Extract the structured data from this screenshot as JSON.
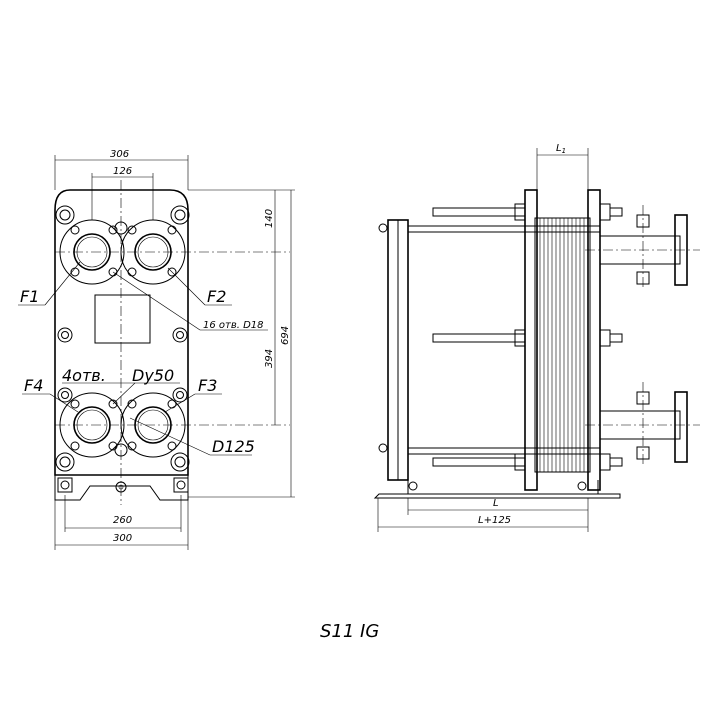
{
  "front_view": {
    "width_306": "306",
    "center_126": "126",
    "width_260": "260",
    "width_300": "300",
    "height_140": "140",
    "height_394": "394",
    "height_694": "694",
    "port_f1": "F1",
    "port_f2": "F2",
    "port_f3": "F3",
    "port_f4": "F4",
    "holes_note": "16 отв. D18",
    "flange_holes": "4отв.",
    "flange_size": "Dy50",
    "pipe_diameter": "D125"
  },
  "side_view": {
    "length_l1": "L",
    "length_l1_sub": "1",
    "length_l": "L",
    "length_l125": "L+125"
  },
  "model_label": "S11 IG"
}
